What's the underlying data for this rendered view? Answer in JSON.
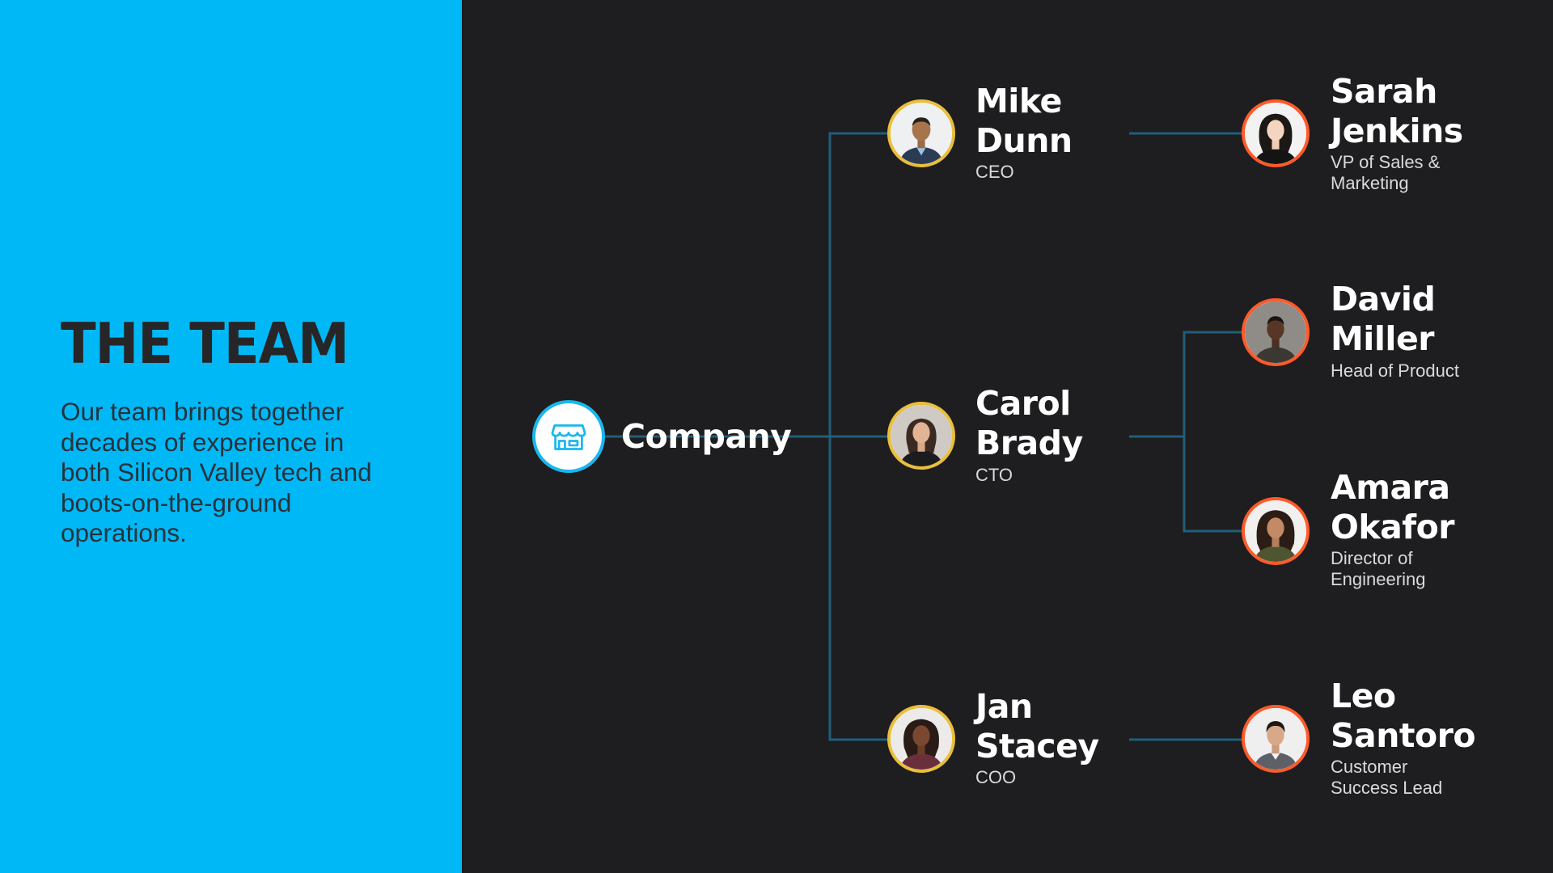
{
  "slide": {
    "title": "THE TEAM",
    "description": "Our team brings together decades of experience in both Silicon Valley tech and boots-on-the-ground operations."
  },
  "colors": {
    "panel": "#00b8f5",
    "background": "#1e1d1f",
    "connector": "#1f5f7a",
    "executive_ring": "#e9bf3b",
    "report_ring": "#ff5a2a",
    "company_ring": "#19b7ef"
  },
  "org": {
    "root": {
      "label": "Company",
      "icon": "storefront-icon"
    },
    "executives": [
      {
        "first": "Mike",
        "last": "Dunn",
        "role": "CEO"
      },
      {
        "first": "Carol",
        "last": "Brady",
        "role": "CTO"
      },
      {
        "first": "Jan",
        "last": "Stacey",
        "role": "COO"
      }
    ],
    "reports": [
      {
        "first": "Sarah",
        "last": "Jenkins",
        "role_line1": "VP of Sales &",
        "role_line2": "Marketing",
        "reports_to": "Mike Dunn"
      },
      {
        "first": "David",
        "last": "Miller",
        "role_line1": "Head of Product",
        "role_line2": "",
        "reports_to": "Carol Brady"
      },
      {
        "first": "Amara",
        "last": "Okafor",
        "role_line1": "Director of",
        "role_line2": "Engineering",
        "reports_to": "Carol Brady"
      },
      {
        "first": "Leo",
        "last": "Santoro",
        "role_line1": "Customer",
        "role_line2": "Success Lead",
        "reports_to": "Jan Stacey"
      }
    ]
  }
}
